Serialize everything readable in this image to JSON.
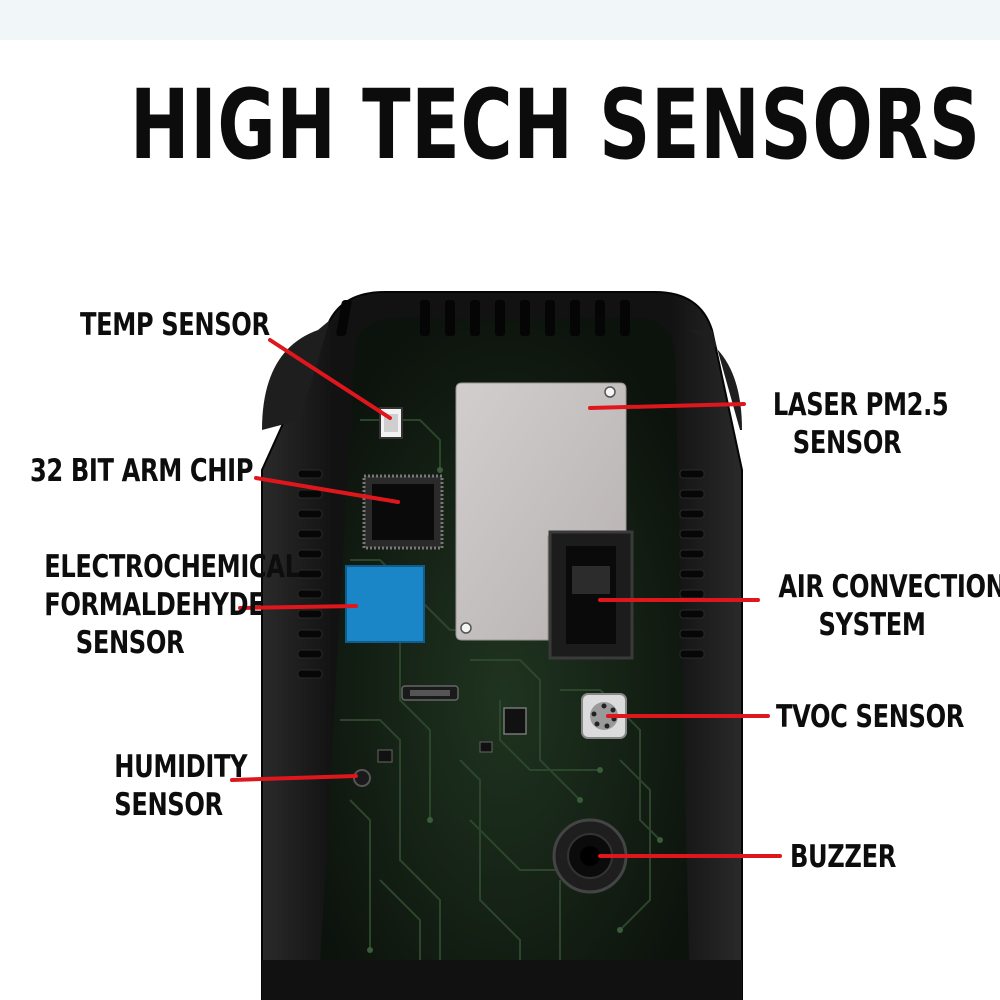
{
  "title": "HIGH TECH SENSORS",
  "labels": {
    "temp_sensor": "TEMP SENSOR",
    "arm_chip": "32 BIT ARM CHIP",
    "formaldehyde": [
      "ELECTROCHEMICAL",
      "FORMALDEHYDE",
      "SENSOR"
    ],
    "humidity": [
      "HUMIDITY",
      "SENSOR"
    ],
    "laser": [
      "LASER PM2.5",
      "SENSOR"
    ],
    "air_convection": [
      "AIR CONVECTION",
      "SYSTEM"
    ],
    "tvoc": "TVOC SENSOR",
    "buzzer": "BUZZER"
  },
  "colors": {
    "pointer": "#e0161d",
    "device_body": "#141414",
    "circuit": "#1b2a1b",
    "laser_module": "#c7c3c2",
    "formaldehyde_sensor": "#1a86c8",
    "text": "#0d0d0d"
  }
}
